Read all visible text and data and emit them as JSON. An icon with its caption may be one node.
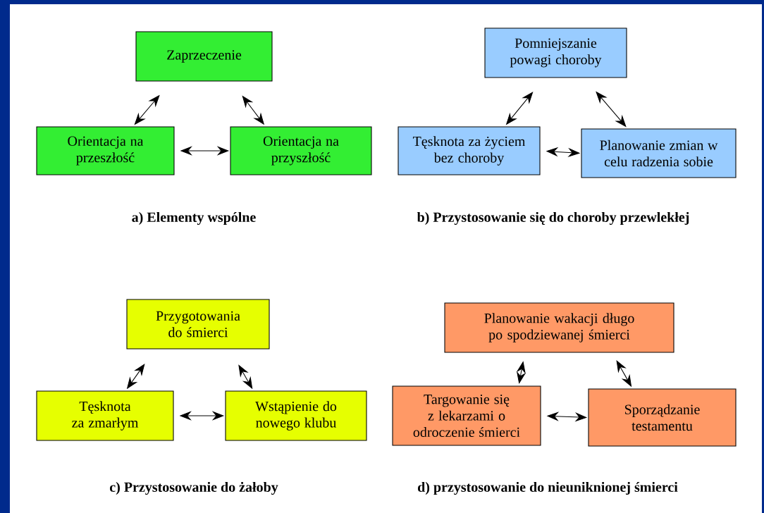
{
  "diagram": {
    "nodes": [
      {
        "text": [
          "Zaprzeczenie"
        ]
      },
      {
        "text": [
          "Orientacja na przeszłość"
        ]
      },
      {
        "text": [
          "Orientacja na przyszłość"
        ]
      },
      {
        "text": [
          "Pomniejszanie powagi choroby"
        ]
      },
      {
        "text": [
          "Tęsknota za życiem bez choroby"
        ]
      },
      {
        "text": [
          "Planowanie zmian w celu radzenia sobie"
        ]
      },
      {
        "text": [
          "Przygotowania do śmierci"
        ]
      },
      {
        "text": [
          "Tęsknota za zmarłym"
        ]
      },
      {
        "text": [
          "Wstąpienie do nowego klubu"
        ]
      },
      {
        "text": [
          "Planowanie wakacji długo po spodziewanej śmierci"
        ]
      },
      {
        "text": [
          "Targowanie się z lekarzami o odroczenie śmierci"
        ]
      },
      {
        "text": [
          "Sporządzanie testamentu"
        ]
      }
    ],
    "edges": [
      {
        "from": 0,
        "to": 1,
        "arrow": "both"
      },
      {
        "from": 0,
        "to": 2,
        "arrow": "both"
      },
      {
        "from": 1,
        "to": 2,
        "arrow": "both"
      },
      {
        "from": 3,
        "to": 4,
        "arrow": "both"
      },
      {
        "from": 3,
        "to": 5,
        "arrow": "both"
      },
      {
        "from": 4,
        "to": 5,
        "arrow": "both"
      },
      {
        "from": 6,
        "to": 7,
        "arrow": "both"
      },
      {
        "from": 6,
        "to": 8,
        "arrow": "both"
      },
      {
        "from": 7,
        "to": 8,
        "arrow": "both"
      },
      {
        "from": 9,
        "to": 10,
        "arrow": "both"
      },
      {
        "from": 9,
        "to": 11,
        "arrow": "both"
      },
      {
        "from": 10,
        "to": 11,
        "arrow": "both"
      }
    ],
    "labels": [
      "a) Elementy wspólne",
      "b) Przystosowanie się do choroby przewlekłej",
      "c) Przystosowanie do żałoby",
      "d) przystosowanie do nieuniknionej śmierci"
    ]
  }
}
